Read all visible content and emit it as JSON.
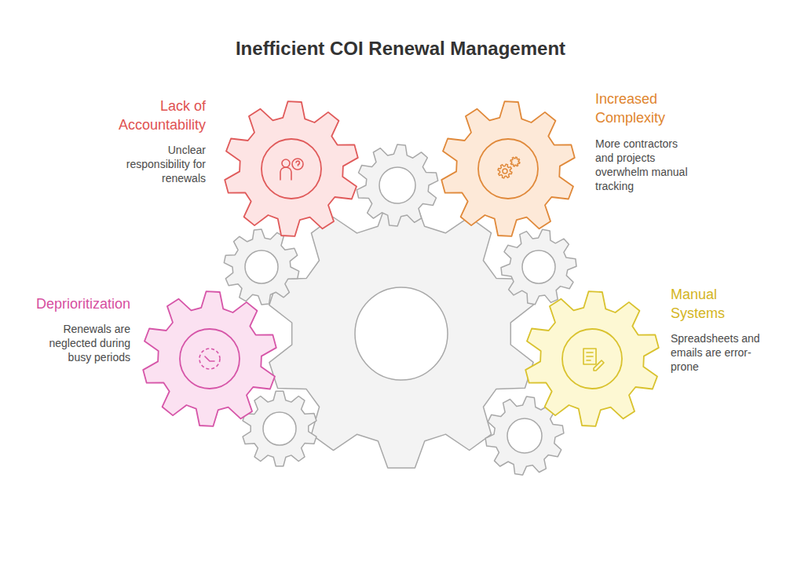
{
  "diagram": {
    "title": "Inefficient COI Renewal Management",
    "nodes": [
      {
        "text": [
          "Lack of Accountability",
          "Unclear responsibility for renewals"
        ]
      },
      {
        "text": [
          "Increased Complexity",
          "More contractors and projects overwhelm manual tracking"
        ]
      },
      {
        "text": [
          "Deprioritization",
          "Renewals are neglected during busy periods"
        ]
      },
      {
        "text": [
          "Manual Systems",
          "Spreadsheets and emails are error-prone"
        ]
      }
    ]
  }
}
